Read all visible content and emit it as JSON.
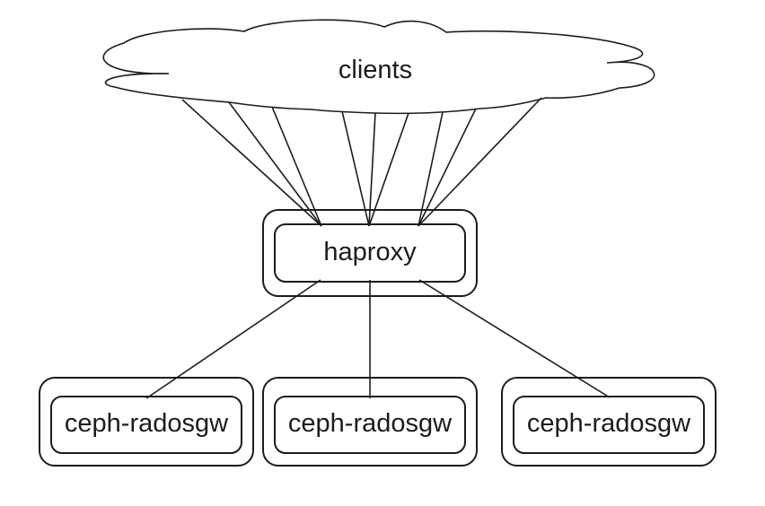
{
  "diagram": {
    "description": "Load-balancer architecture diagram: clients cloud fanning into haproxy, which connects to three ceph-radosgw nodes",
    "colors": {
      "background": "#ffffff",
      "stroke": "#1c1c1c",
      "text": "#1c1c1c"
    },
    "nodes": {
      "clients": {
        "label": "clients",
        "shape": "cloud"
      },
      "haproxy": {
        "label": "haproxy",
        "shape": "double-rounded-rectangle"
      },
      "gateways": [
        {
          "label": "ceph-radosgw",
          "shape": "double-rounded-rectangle"
        },
        {
          "label": "ceph-radosgw",
          "shape": "double-rounded-rectangle"
        },
        {
          "label": "ceph-radosgw",
          "shape": "double-rounded-rectangle"
        }
      ]
    },
    "edges": {
      "clients_to_haproxy": {
        "source": "clients",
        "target": "haproxy",
        "line_count": 9,
        "converging_groups": 3,
        "style": "plain straight lines, no arrowheads"
      },
      "haproxy_to_gateways": {
        "source": "haproxy",
        "targets": [
          "ceph-radosgw",
          "ceph-radosgw",
          "ceph-radosgw"
        ],
        "line_count": 3,
        "style": "plain straight lines, no arrowheads"
      }
    }
  }
}
